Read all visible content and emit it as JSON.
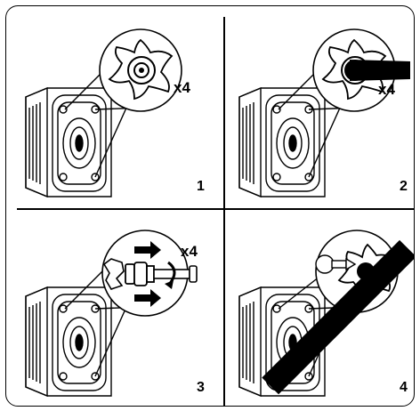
{
  "steps": [
    {
      "number": "1",
      "multiplier": "x4",
      "action": "remove-bolt-cap"
    },
    {
      "number": "2",
      "multiplier": "x4",
      "action": "unscrew-with-tool"
    },
    {
      "number": "3",
      "multiplier": "x4",
      "action": "pull-out-transit-bolts"
    },
    {
      "number": "4",
      "multiplier": "",
      "action": "insert-hole-cap"
    }
  ],
  "colors": {
    "line": "#000000",
    "background": "#ffffff"
  }
}
